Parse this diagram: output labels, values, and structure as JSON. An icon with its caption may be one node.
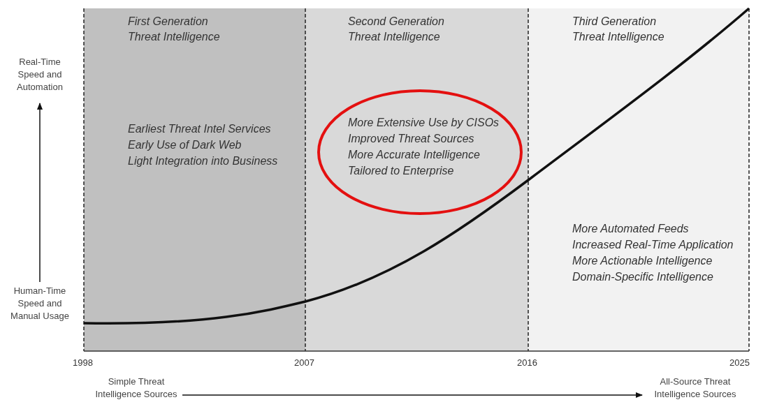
{
  "diagram": {
    "nodes": [
      {
        "text": [
          "First Generation Threat Intelligence",
          "Earliest Threat Intel Services",
          "Early Use of Dark Web",
          "Light Integration into Business"
        ]
      },
      {
        "text": [
          "Second Generation Threat Intelligence"
        ]
      },
      {
        "text": [
          "Third Generation Threat Intelligence",
          "More Automated Feeds",
          "Increased Real-Time Application",
          "More Actionable Intelligence",
          "Domain-Specific Intelligence"
        ]
      },
      {
        "text": [
          "More Extensive Use by CISOs",
          "Improved Threat Sources",
          "More Accurate Intelligence",
          "Tailored to Enterprise"
        ],
        "in": 1
      },
      {
        "text": [
          "Real-Time Speed and Automation"
        ]
      },
      {
        "text": [
          "Human-Time Speed and Manual Usage"
        ]
      },
      {
        "text": [
          "Simple Threat Intelligence Sources"
        ]
      },
      {
        "text": [
          "All-Source Threat Intelligence Sources"
        ]
      }
    ],
    "edges": [
      {
        "from": 5,
        "to": 4,
        "arrow": "to"
      },
      {
        "from": 6,
        "to": 7,
        "arrow": "to"
      }
    ],
    "labels": [
      "1998",
      "2007",
      "2016",
      "2025"
    ]
  }
}
